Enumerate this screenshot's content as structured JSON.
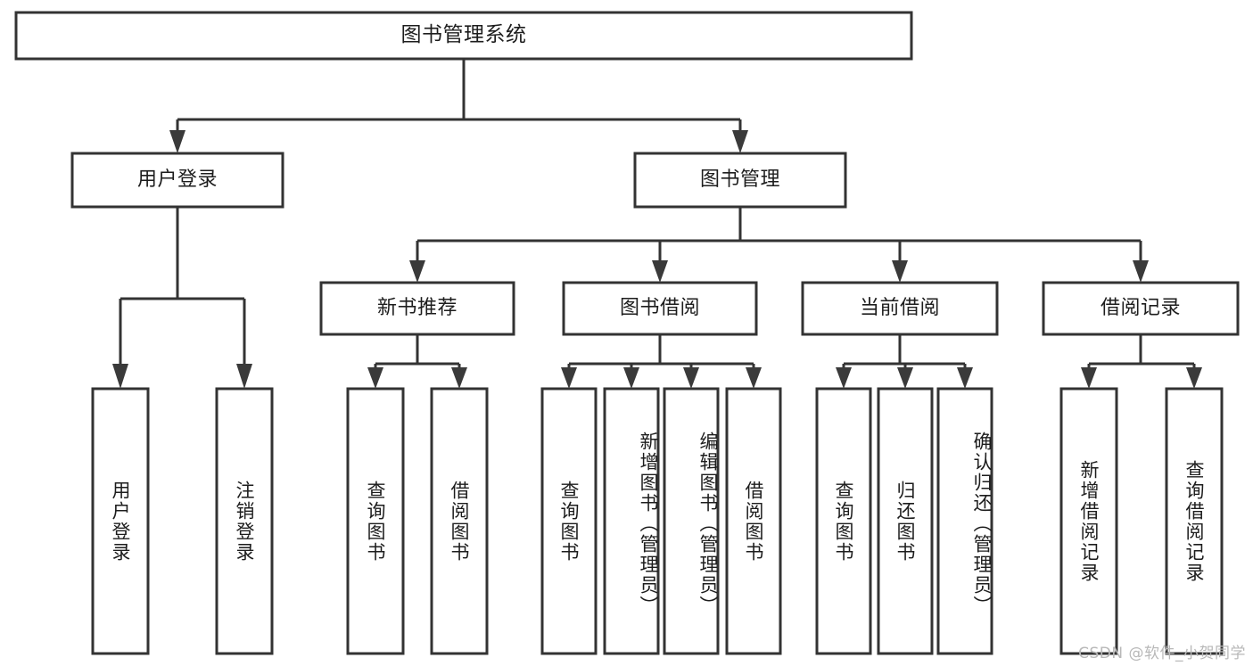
{
  "diagram": {
    "type": "tree",
    "title": "图书管理系统",
    "orientation": "top-down",
    "colors": {
      "box_stroke": "#333333",
      "box_fill": "#ffffff",
      "edge": "#333333",
      "text": "#1d1d1d",
      "watermark": "#b8b8b8",
      "background": "#ffffff"
    },
    "root": {
      "label": "图书管理系统"
    },
    "level1": [
      {
        "label": "用户登录"
      },
      {
        "label": "图书管理"
      }
    ],
    "level2": [
      {
        "label": "新书推荐"
      },
      {
        "label": "图书借阅"
      },
      {
        "label": "当前借阅"
      },
      {
        "label": "借阅记录"
      }
    ],
    "leaves": {
      "user_login": [
        {
          "label": "用户登录"
        },
        {
          "label": "注销登录"
        }
      ],
      "new_book_recommend": [
        {
          "label": "查询图书"
        },
        {
          "label": "借阅图书"
        }
      ],
      "book_borrow": [
        {
          "label": "查询图书"
        },
        {
          "label": "新增图书（管理员）"
        },
        {
          "label": "编辑图书（管理员）"
        },
        {
          "label": "借阅图书"
        }
      ],
      "current_borrow": [
        {
          "label": "查询图书"
        },
        {
          "label": "归还图书"
        },
        {
          "label": "确认归还（管理员）"
        }
      ],
      "borrow_records": [
        {
          "label": "新增借阅记录"
        },
        {
          "label": "查询借阅记录"
        }
      ]
    },
    "watermark": "CSDN @软件_小贺同学"
  }
}
